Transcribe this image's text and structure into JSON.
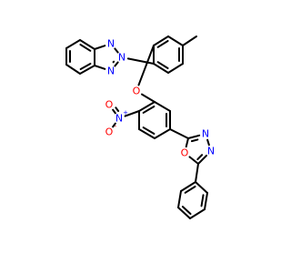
{
  "molecule": {
    "colors": {
      "bond": "#000000",
      "N": "#0000ff",
      "O": "#ff0000",
      "background": "#ffffff"
    },
    "atom_labels": {
      "n_bt1": "N",
      "n_bt2": "N",
      "n_bt3": "N",
      "o_ether": "O",
      "n_nitro": "N",
      "o_nitro_a": "O",
      "o_nitro_b": "O",
      "n_ox1": "N",
      "n_ox2": "N",
      "o_ox": "O"
    },
    "charges": {
      "n_nitro": "+",
      "o_nitro_b": "-"
    }
  }
}
